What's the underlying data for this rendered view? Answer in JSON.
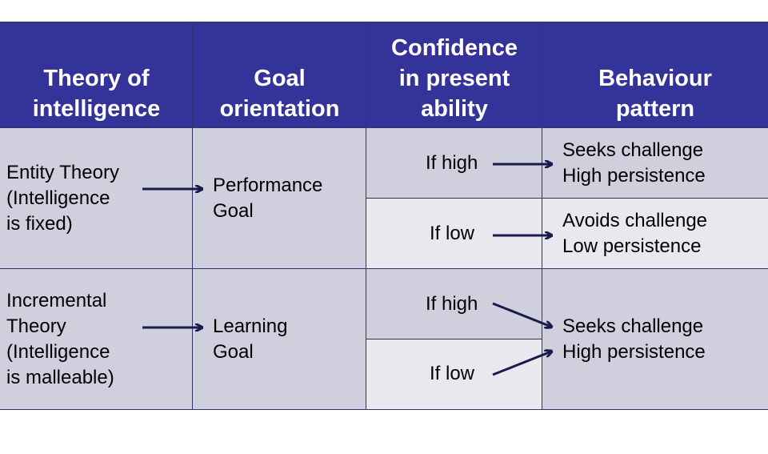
{
  "headers": [
    {
      "lines": [
        "Theory of",
        "intelligence"
      ]
    },
    {
      "lines": [
        "Goal",
        "orientation"
      ]
    },
    {
      "lines": [
        "Confidence",
        "in present",
        "ability"
      ]
    },
    {
      "lines": [
        "Behaviour",
        "pattern"
      ]
    }
  ],
  "rows": [
    {
      "theory": [
        "Entity Theory",
        "(Intelligence",
        "is fixed)"
      ],
      "goal": [
        "Performance",
        "Goal"
      ],
      "conf_high": "If high",
      "conf_low": "If low",
      "behaviour_high": [
        "Seeks challenge",
        "High persistence"
      ],
      "behaviour_low": [
        "Avoids challenge",
        "Low persistence"
      ]
    },
    {
      "theory": [
        "Incremental",
        "Theory",
        "(Intelligence",
        "is malleable)"
      ],
      "goal": [
        "Learning",
        "Goal"
      ],
      "conf_high": "If high",
      "conf_low": "If low",
      "behaviour": [
        "Seeks challenge",
        "High persistence"
      ]
    }
  ],
  "colors": {
    "header_bg": "#333399",
    "header_text": "#ffffff",
    "cell_dark": "#cfcfdd",
    "cell_light": "#e8e8ee",
    "arrow": "#1a1a4d"
  }
}
